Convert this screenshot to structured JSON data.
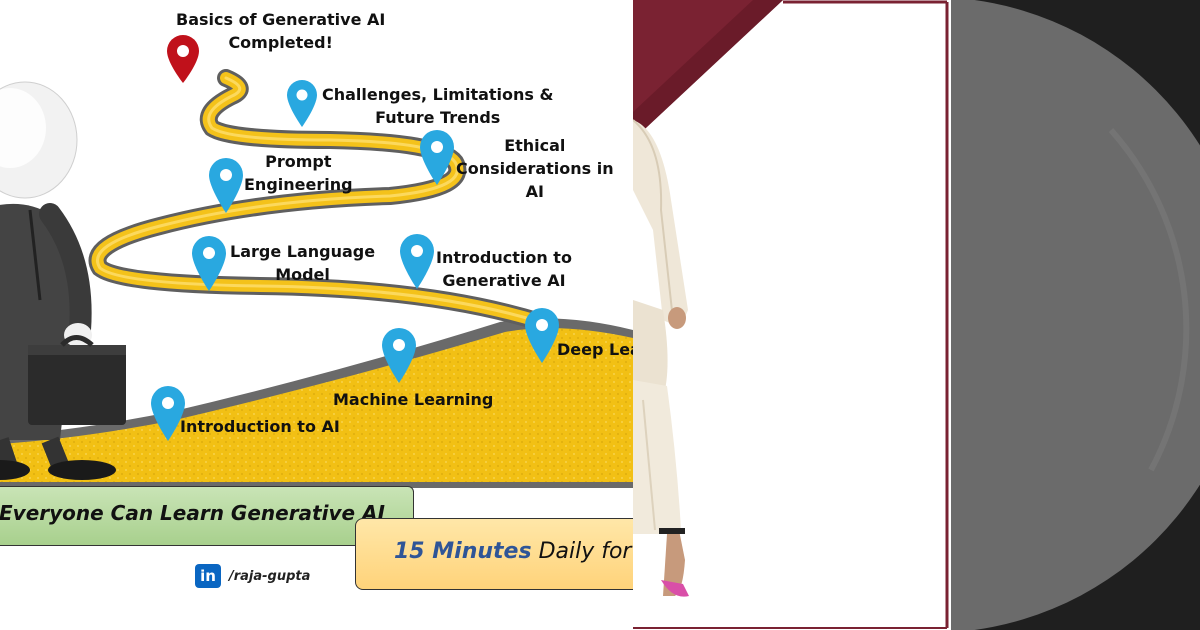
{
  "roadmap": {
    "milestones": [
      {
        "label_line1": "Basics of Generative  AI",
        "label_line2": "Completed!",
        "pin_color": "#c0111b"
      },
      {
        "label_line1": "Challenges, Limitations &",
        "label_line2": "Future Trends",
        "pin_color": "#29a8e0"
      },
      {
        "label_line1": "Ethical",
        "label_line2": "Considerations in",
        "label_line3": "AI",
        "pin_color": "#29a8e0"
      },
      {
        "label_line1": "Prompt",
        "label_line2": "Engineering",
        "pin_color": "#29a8e0"
      },
      {
        "label_line1": "Large Language",
        "label_line2": "Model",
        "pin_color": "#29a8e0"
      },
      {
        "label_line1": "Introduction to",
        "label_line2": "Generative  AI",
        "pin_color": "#29a8e0"
      },
      {
        "label_line1": "Deep Lea",
        "pin_color": "#29a8e0"
      },
      {
        "label_line1": "Machine Learning",
        "pin_color": "#29a8e0"
      },
      {
        "label_line1": "Introduction to AI",
        "pin_color": "#29a8e0"
      }
    ]
  },
  "banner_green": {
    "text": "Everyone Can Learn Generative AI"
  },
  "banner_orange": {
    "highlight": "15 Minutes",
    "rest": " Daily for"
  },
  "linkedin": {
    "icon_text": "in",
    "handle": "/raja-gupta"
  },
  "colors": {
    "road_yellow": "#f4c21a",
    "road_edge": "#5f5f5f",
    "maroon_stripe": "#7a2232",
    "right_panel_bg": "#1f1f1f",
    "circle": "#6b6b6b"
  }
}
